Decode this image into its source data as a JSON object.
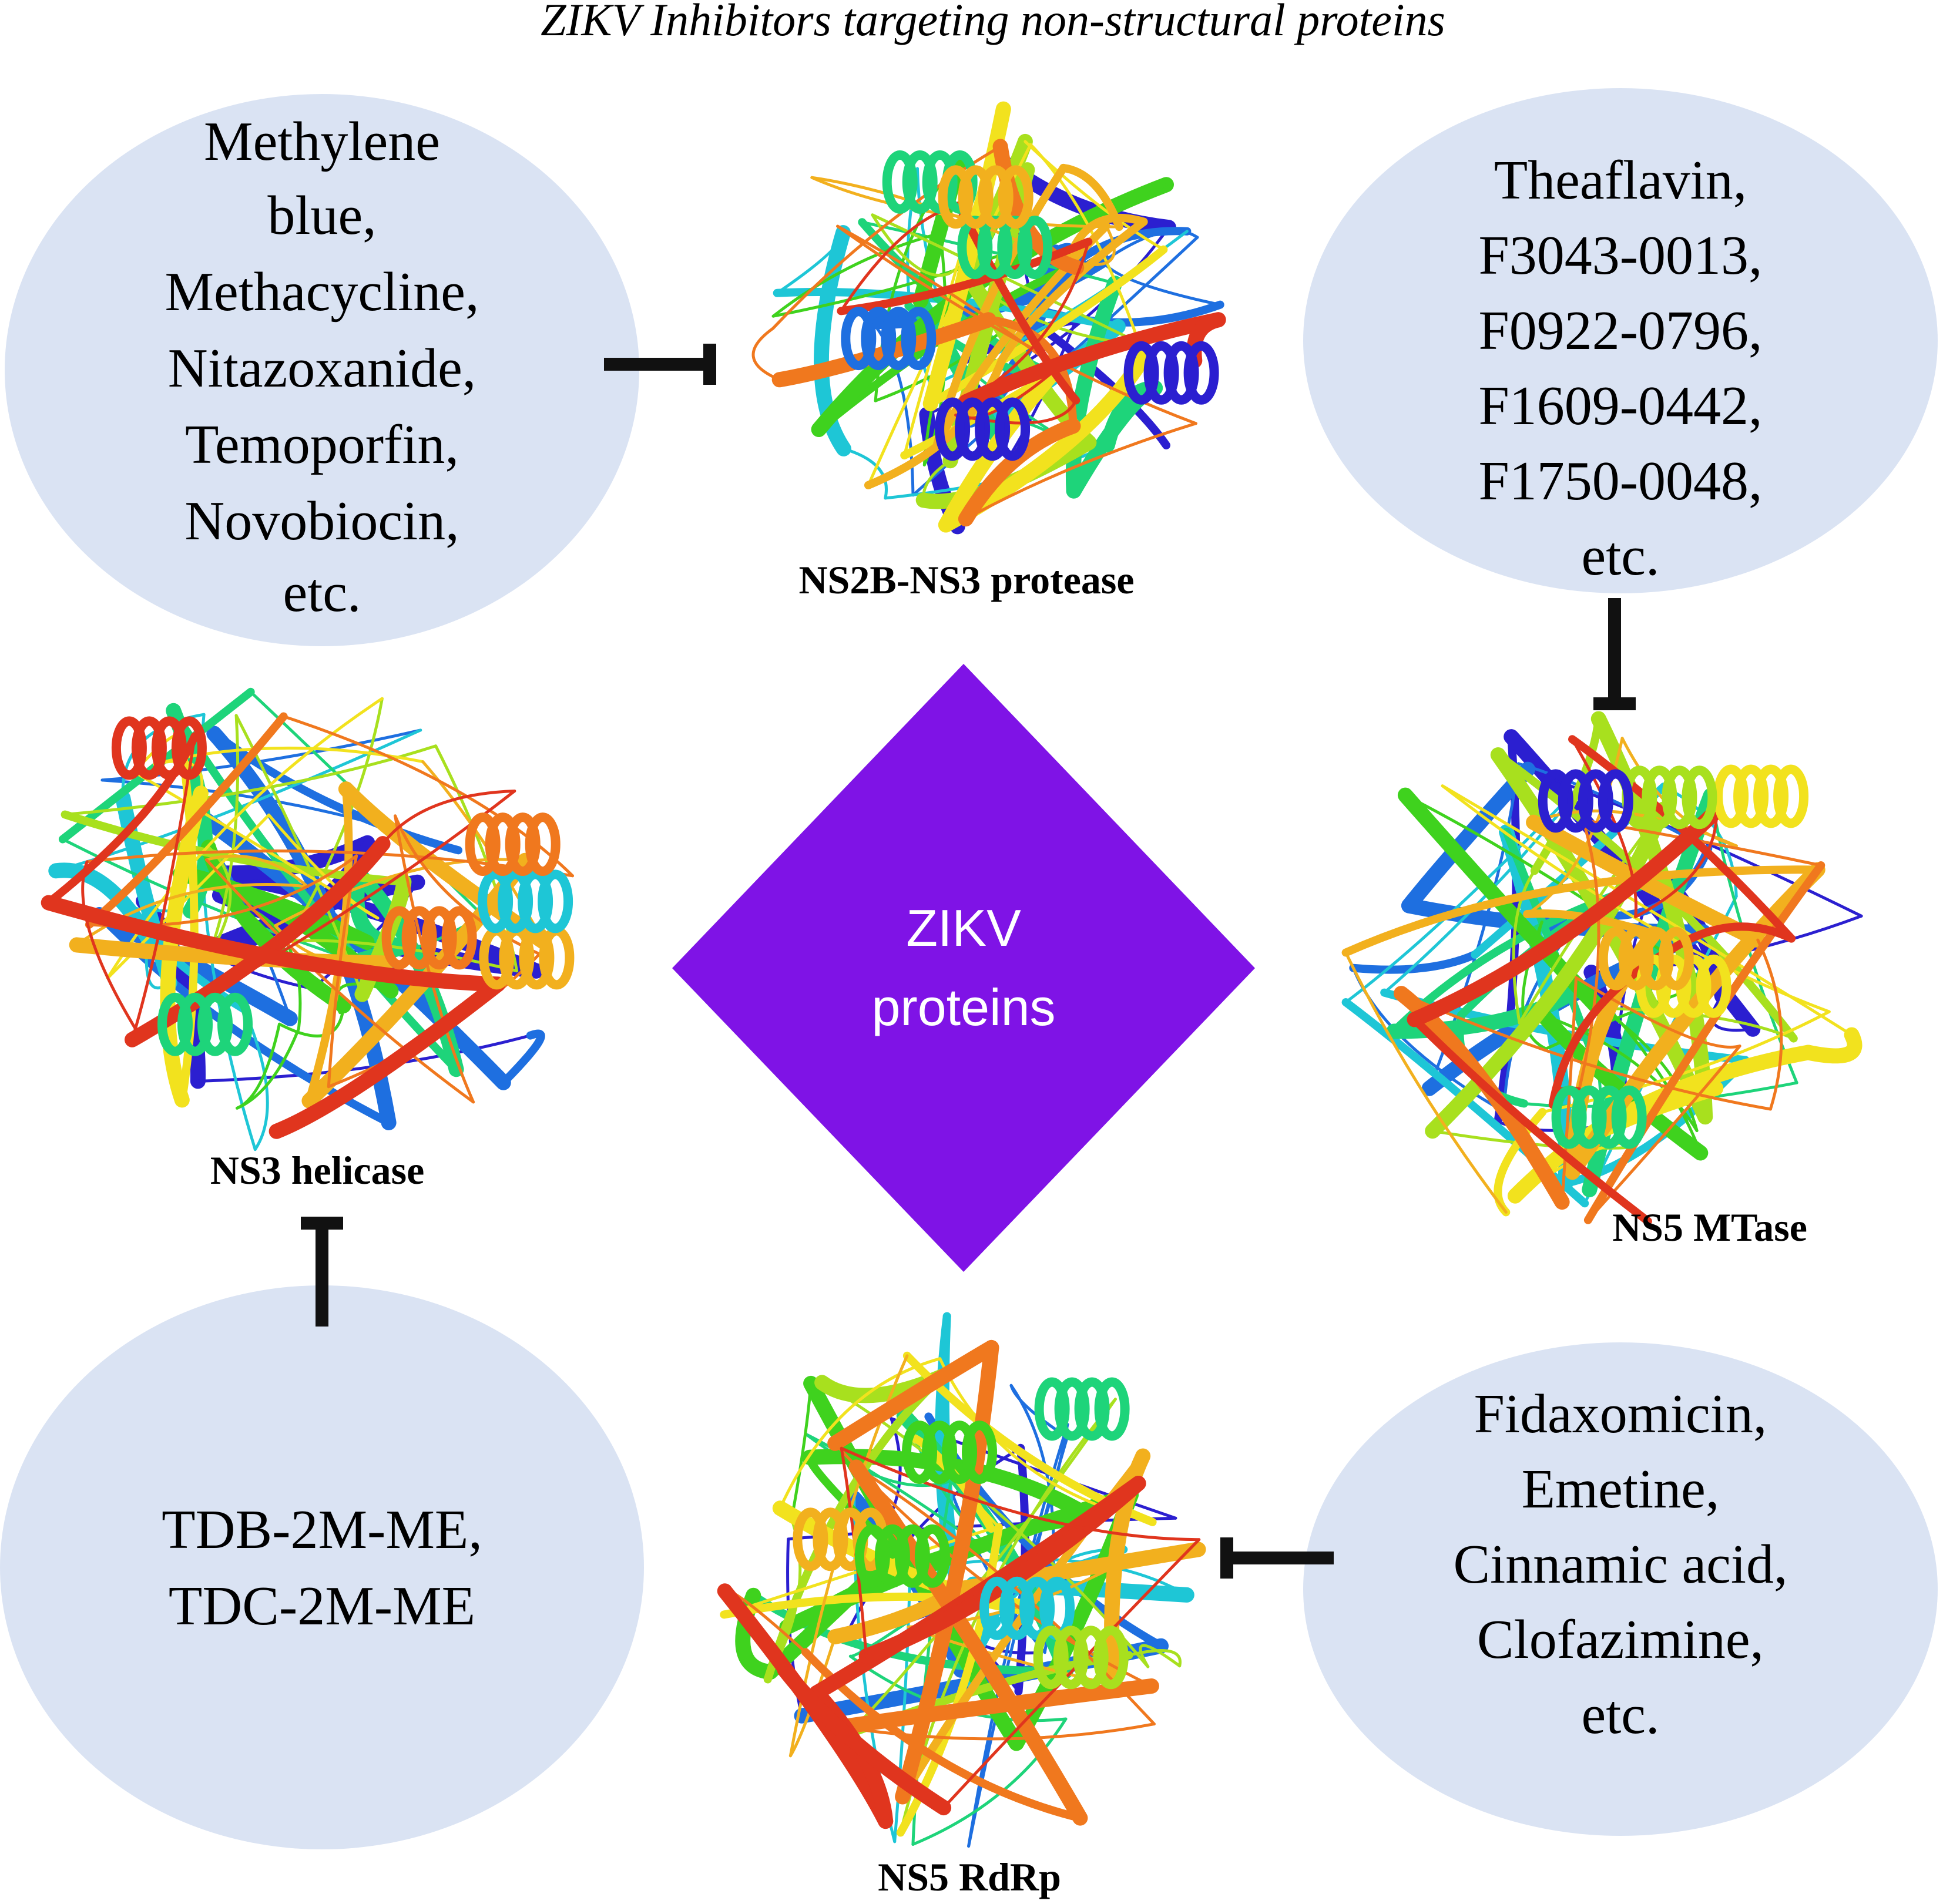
{
  "title": "ZIKV Inhibitors targeting non-structural proteins",
  "center": {
    "lines": [
      "ZIKV",
      "proteins"
    ]
  },
  "proteins": {
    "ns2b_ns3_protease": "NS2B-NS3 protease",
    "ns3_helicase": "NS3 helicase",
    "ns5_mtase": "NS5 MTase",
    "ns5_rdrp": "NS5 RdRp"
  },
  "inhibitors": {
    "protease": [
      "Methylene",
      "blue,",
      "Methacycline,",
      "Nitazoxanide,",
      "Temoporfin,",
      "Novobiocin,",
      "etc."
    ],
    "mtase": [
      "Theaflavin,",
      "F3043-0013,",
      "F0922-0796,",
      "F1609-0442,",
      "F1750-0048,",
      "etc."
    ],
    "helicase": [
      "TDB-2M-ME,",
      "TDC-2M-ME"
    ],
    "rdrp": [
      "Fidaxomicin,",
      "Emetine,",
      "Cinnamic acid,",
      "Clofazimine,",
      "etc."
    ]
  },
  "colors": {
    "bubble": "#dae3f3",
    "center_diamond": "#7f13e6",
    "center_text": "#ffffff",
    "inhibition_bar": "#111111",
    "ribbon_palette": [
      "#2b1fd0",
      "#1e6fe0",
      "#1ec6d6",
      "#1ed47a",
      "#3fd21e",
      "#a8e01e",
      "#f2e21e",
      "#f2b01e",
      "#f0781e",
      "#e0351e"
    ]
  }
}
